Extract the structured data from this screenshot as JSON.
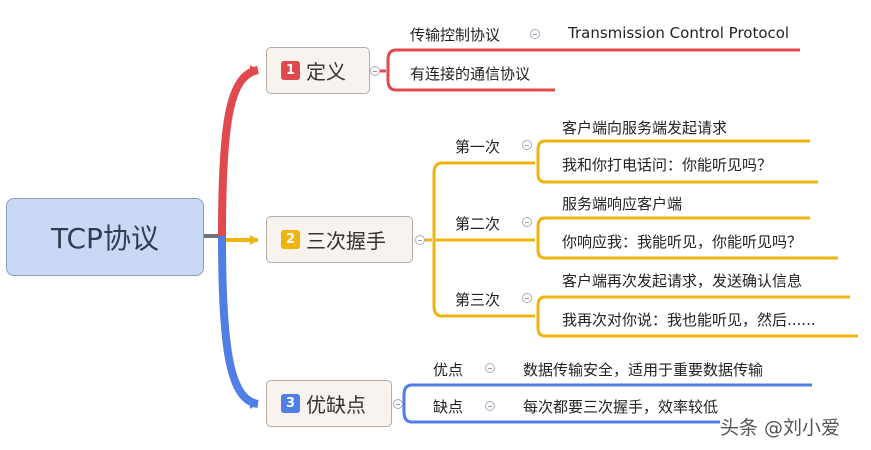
{
  "root": "TCP协议",
  "colors": {
    "definition": "#e0494e",
    "handshake": "#f0b410",
    "pros_cons": "#4f7fe6"
  },
  "topics": [
    {
      "num": "1",
      "label": "定义",
      "children": [
        {
          "label": "传输控制协议",
          "note": "Transmission Control Protocol"
        },
        {
          "label": "有连接的通信协议"
        }
      ]
    },
    {
      "num": "2",
      "label": "三次握手",
      "children": [
        {
          "label": "第一次",
          "items": [
            "客户端向服务端发起请求",
            "我和你打电话问：你能听见吗？"
          ]
        },
        {
          "label": "第二次",
          "items": [
            "服务端响应客户端",
            "你响应我：我能听见，你能听见吗？"
          ]
        },
        {
          "label": "第三次",
          "items": [
            "客户端再次发起请求，发送确认信息",
            "我再次对你说：我也能听见，然后......"
          ]
        }
      ]
    },
    {
      "num": "3",
      "label": "优缺点",
      "children": [
        {
          "label": "优点",
          "note": "数据传输安全，适用于重要数据传输"
        },
        {
          "label": "缺点",
          "note": "每次都要三次握手，效率较低"
        }
      ]
    }
  ],
  "watermark": "头条 @刘小爱"
}
